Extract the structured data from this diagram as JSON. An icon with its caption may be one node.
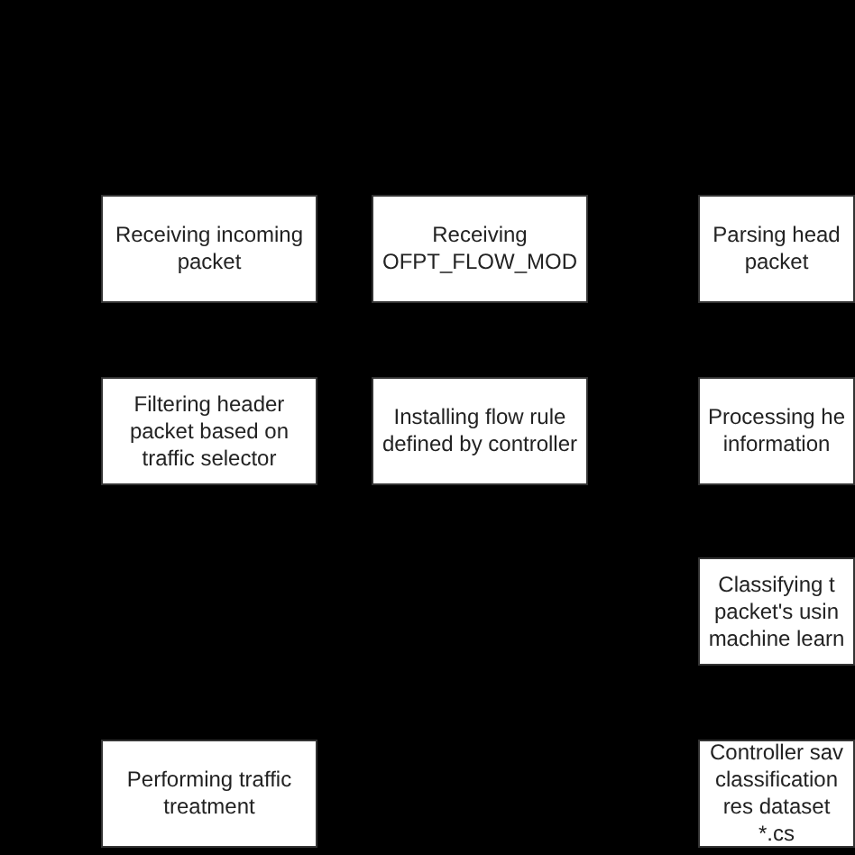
{
  "diagram": {
    "nodes": [
      {
        "text": [
          "Receiving incoming packet"
        ]
      },
      {
        "text": [
          "Receiving OFPT_FLOW_MOD"
        ]
      },
      {
        "text": [
          "Parsing head packet"
        ]
      },
      {
        "text": [
          "Filtering header packet based on traffic selector"
        ]
      },
      {
        "text": [
          "Installing flow rule defined by controller"
        ]
      },
      {
        "text": [
          "Processing he information"
        ]
      },
      {
        "text": [
          "Classifying t packet's usin machine learn"
        ]
      },
      {
        "text": [
          "Performing traffic treatment"
        ]
      },
      {
        "text": [
          "Controller sav classification res dataset *.cs"
        ]
      }
    ]
  }
}
